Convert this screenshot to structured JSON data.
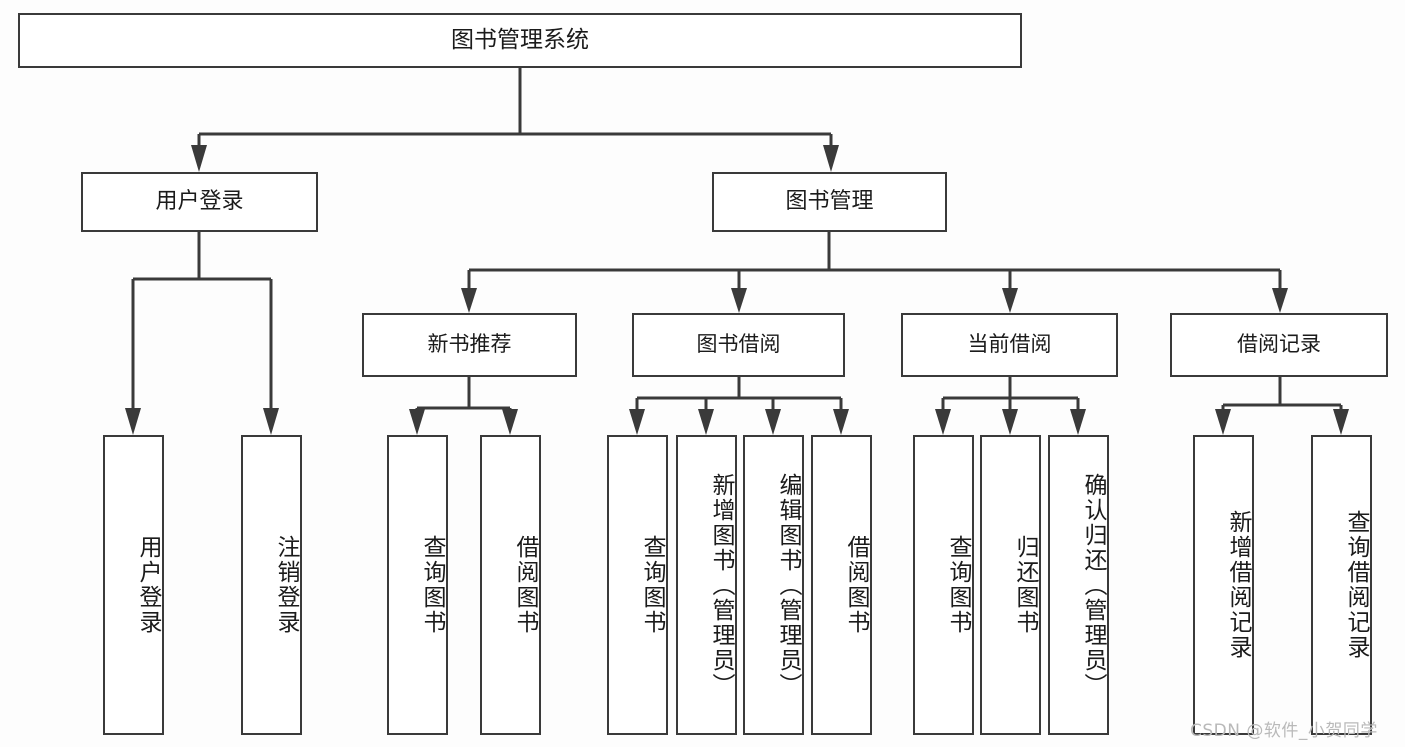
{
  "diagram": {
    "type": "tree",
    "title": "图书管理系统",
    "root": {
      "label": "图书管理系统"
    },
    "level1": [
      {
        "label": "用户登录"
      },
      {
        "label": "图书管理"
      }
    ],
    "level2": [
      {
        "label": "新书推荐"
      },
      {
        "label": "图书借阅"
      },
      {
        "label": "当前借阅"
      },
      {
        "label": "借阅记录"
      }
    ],
    "leaves": {
      "user_login": [
        {
          "label": "用户登录"
        },
        {
          "label": "注销登录"
        }
      ],
      "new_book_recommend": [
        {
          "label": "查询图书"
        },
        {
          "label": "借阅图书"
        }
      ],
      "book_borrow": [
        {
          "label": "查询图书"
        },
        {
          "label": "新增图书（管理员）"
        },
        {
          "label": "编辑图书（管理员）"
        },
        {
          "label": "借阅图书"
        }
      ],
      "current_borrow": [
        {
          "label": "查询图书"
        },
        {
          "label": "归还图书"
        },
        {
          "label": "确认归还（管理员）"
        }
      ],
      "borrow_record": [
        {
          "label": "新增借阅记录"
        },
        {
          "label": "查询借阅记录"
        }
      ]
    },
    "colors": {
      "line": "#3a3a3a",
      "box_fill": "#ffffff",
      "text": "#1b1b1b",
      "background": "#fdfdfd",
      "watermark": "#b9b9b9"
    }
  },
  "watermark": {
    "text": "CSDN @软件_小贺同学"
  }
}
